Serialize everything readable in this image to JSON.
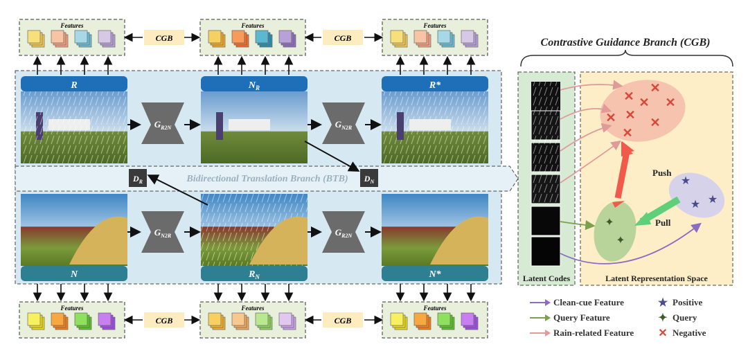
{
  "colors": {
    "btb_bg": "#d6e9f2",
    "cgb_latent_bg": "#d7ebd4",
    "cgb_space_bg": "#fdeec8",
    "feature_box_bg": "#e8f0dc",
    "cgb_tag_bg": "#fdecc0",
    "header_dark_blue": "#1f6fb8",
    "header_teal": "#2f7f92",
    "generator_gray": "#6b6b6b",
    "discriminator_dark": "#3a3a3a",
    "negative_red": "#d9473b",
    "positive_purple": "#4a4a8c",
    "query_green": "#3f5a2a",
    "clean_cue_arrow": "#8a6cc0",
    "query_arrow": "#7aa050",
    "rain_arrow": "#e09a9a",
    "push_red": "#f15a4a",
    "pull_green": "#5fcf7a"
  },
  "cgb": {
    "title": "Contrastive Guidance Branch (CGB)",
    "latent_codes_label": "Latent Codes",
    "space_label": "Latent Representation Space",
    "push_label": "Push",
    "pull_label": "Pull"
  },
  "btb": {
    "label": "Bidirectional Translation Branch (BTB)"
  },
  "features_label": "Features",
  "cgb_tag": "CGB",
  "top_row": {
    "images": [
      {
        "label": "R",
        "sub": ""
      },
      {
        "label": "N",
        "sub": "R"
      },
      {
        "label": "R*",
        "sub": ""
      }
    ],
    "generators": [
      {
        "label": "G",
        "sub": "R2N"
      },
      {
        "label": "G",
        "sub": "N2R"
      }
    ]
  },
  "bottom_row": {
    "images": [
      {
        "label": "N",
        "sub": ""
      },
      {
        "label": "R",
        "sub": "N"
      },
      {
        "label": "N*",
        "sub": ""
      }
    ],
    "generators": [
      {
        "label": "G",
        "sub": "N2R"
      },
      {
        "label": "G",
        "sub": "R2N"
      }
    ]
  },
  "discriminators": [
    {
      "label": "D",
      "sub": "R"
    },
    {
      "label": "D",
      "sub": "N"
    }
  ],
  "legend": {
    "clean_cue": "Clean-cue Feature",
    "query_feature": "Query Feature",
    "rain_related": "Rain-related Feature",
    "positive": "Positive",
    "query": "Query",
    "negative": "Negative",
    "star_icon": "star-icon",
    "cross_icon": "cross-icon"
  }
}
